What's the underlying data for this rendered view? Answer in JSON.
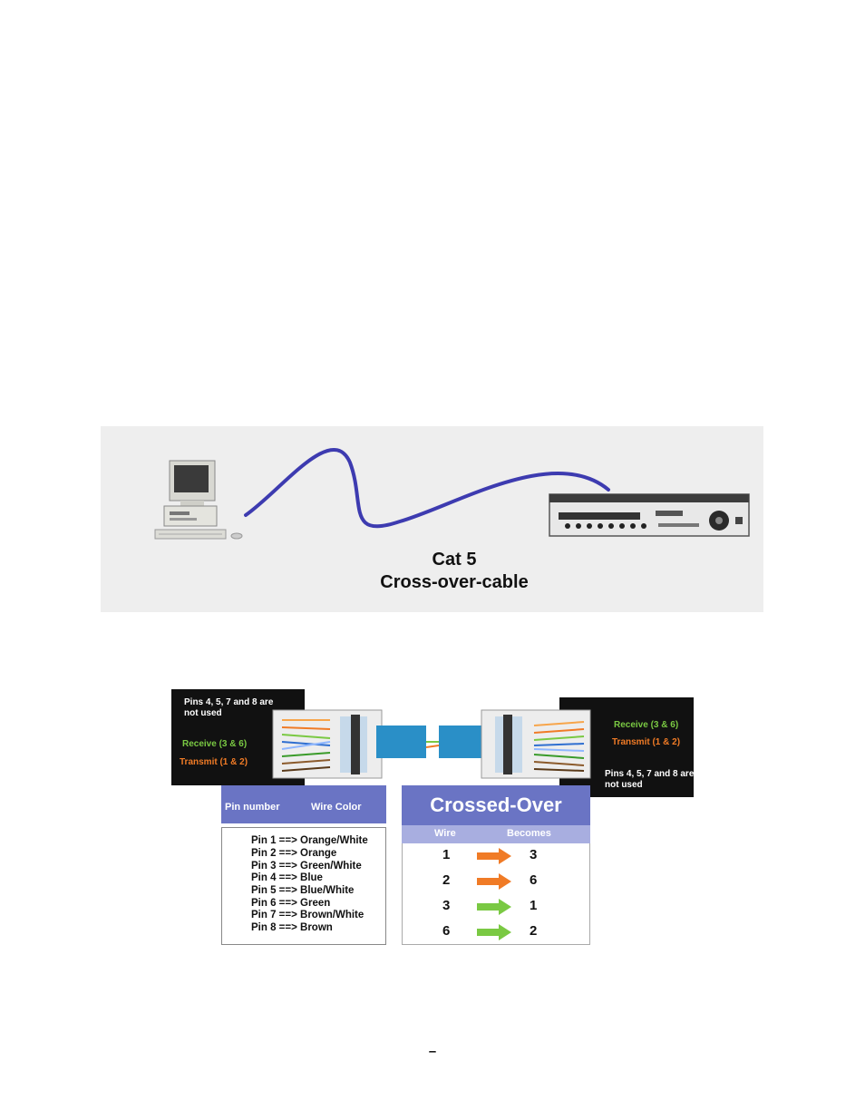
{
  "setup": {
    "caption_line1": "Cat 5",
    "caption_line2": "Cross-over-cable",
    "cable_color": "#3d3bb0"
  },
  "connectors": {
    "left_note": "Pins 4, 5, 7 and 8 are not used",
    "right_note": "Pins 4, 5, 7 and 8 are not used",
    "left_receive": "Receive (3 & 6)",
    "left_transmit": "Transmit (1 & 2)",
    "right_receive": "Receive (3 & 6)",
    "right_transmit": "Transmit (1 & 2)"
  },
  "pin_table": {
    "header_pin": "Pin number",
    "header_color": "Wire Color",
    "rows": [
      "Pin 1 ==> Orange/White",
      "Pin 2 ==> Orange",
      "Pin 3 ==> Green/White",
      "Pin 4 ==> Blue",
      "Pin 5 ==> Blue/White",
      "Pin 6 ==> Green",
      "Pin 7 ==> Brown/White",
      "Pin 8 ==> Brown"
    ]
  },
  "cross_table": {
    "title": "Crossed-Over",
    "col_wire": "Wire",
    "col_becomes": "Becomes",
    "rows": [
      {
        "wire": "1",
        "becomes": "3",
        "arrow_color": "#f07b26"
      },
      {
        "wire": "2",
        "becomes": "6",
        "arrow_color": "#f07b26"
      },
      {
        "wire": "3",
        "becomes": "1",
        "arrow_color": "#7ac943"
      },
      {
        "wire": "6",
        "becomes": "2",
        "arrow_color": "#7ac943"
      }
    ]
  },
  "colors": {
    "table_header": "#6a74c4",
    "table_subheader": "#a8aee0",
    "receive_label": "#7ac943",
    "transmit_label": "#f07b26"
  },
  "page_number": "_"
}
